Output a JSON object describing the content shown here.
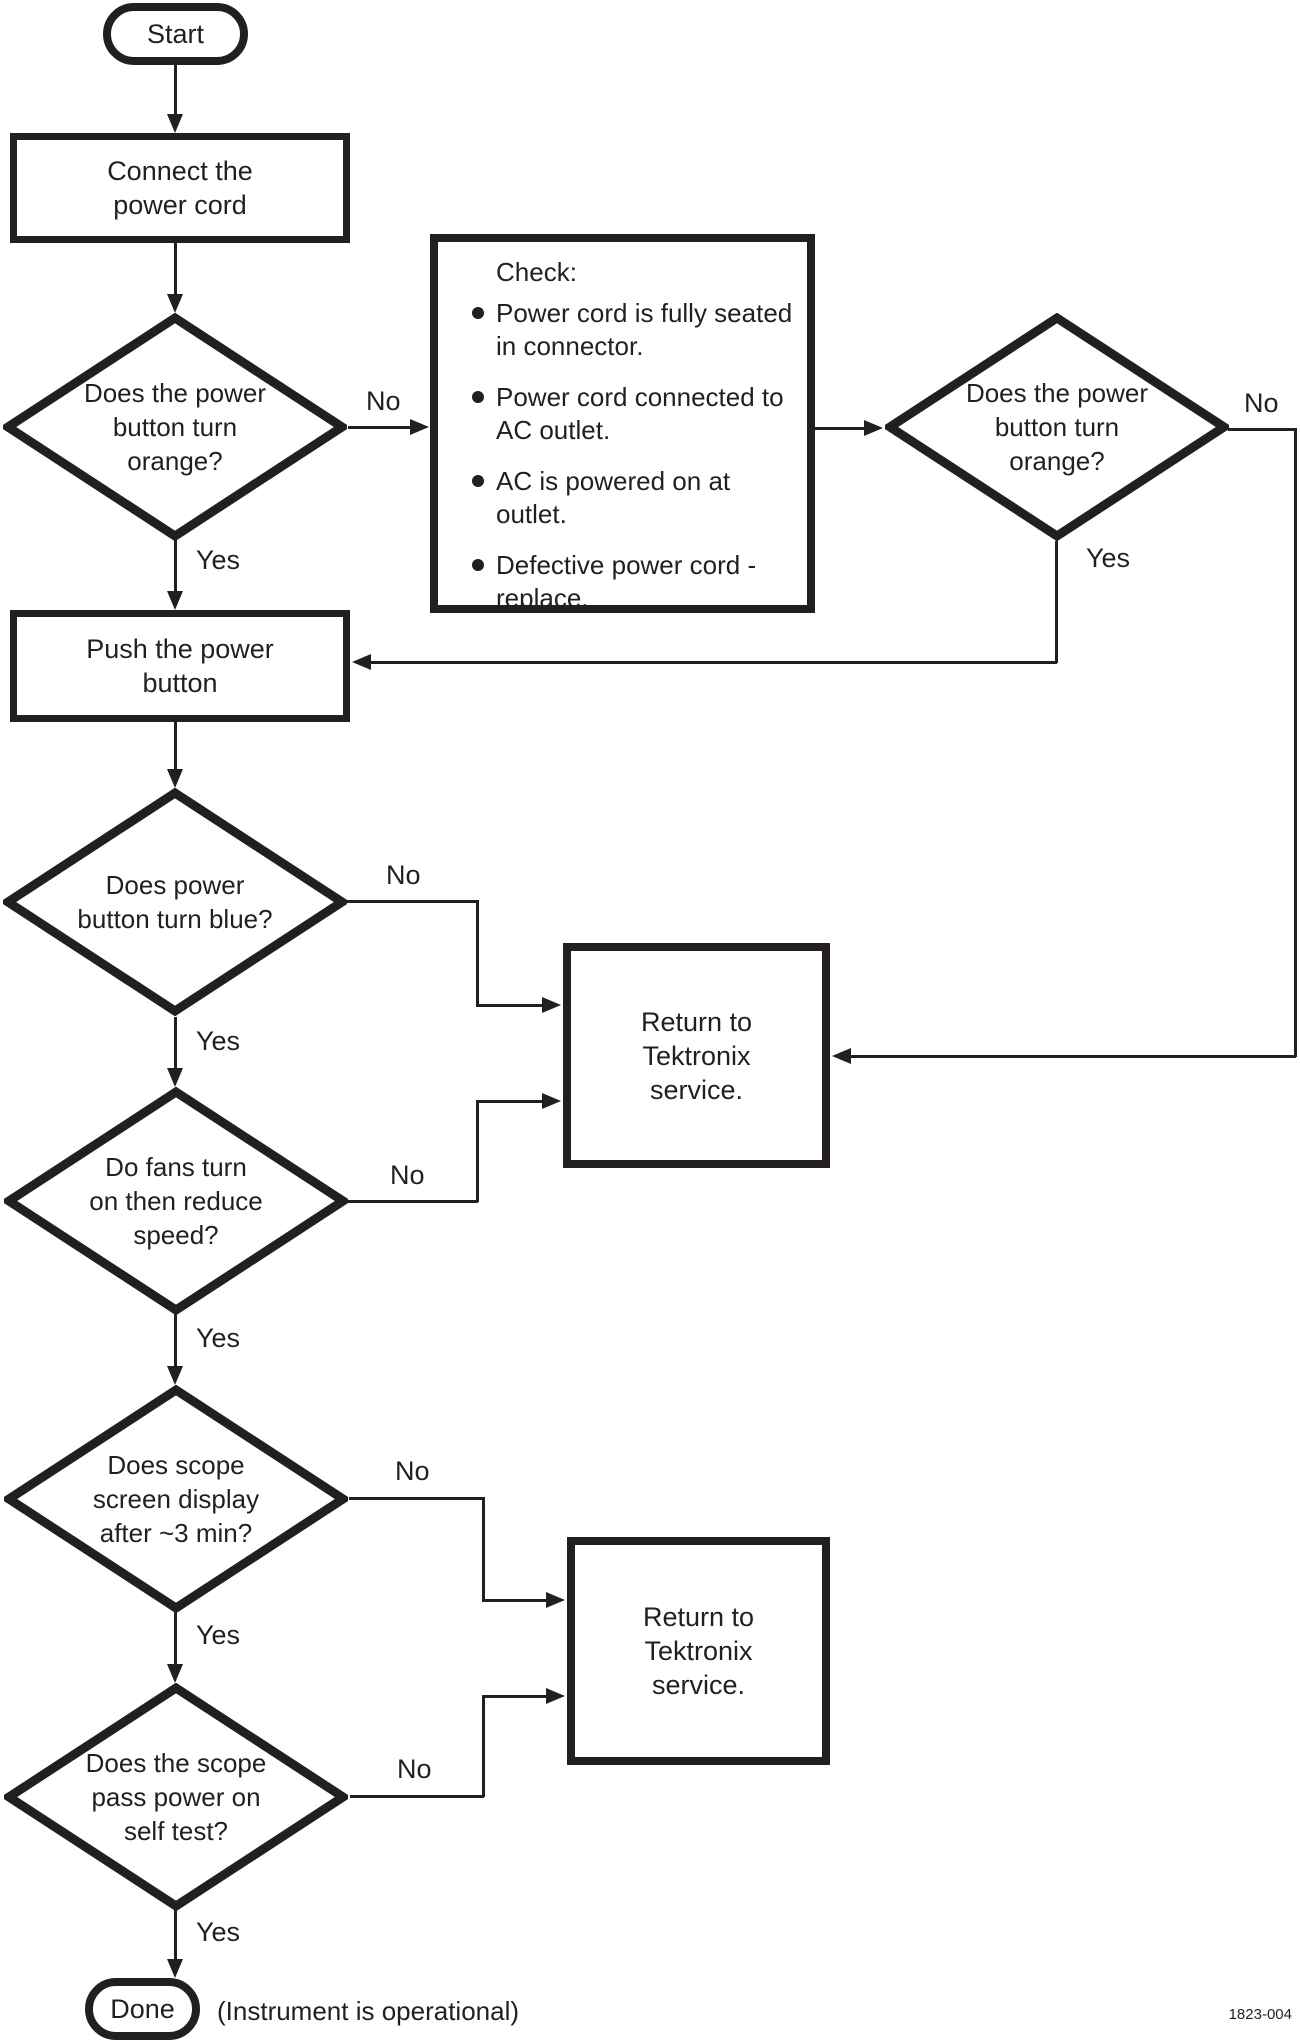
{
  "colors": {
    "ink": "#231f20",
    "background": "#ffffff"
  },
  "figure_number": "1823-004",
  "labels": {
    "no": "No",
    "yes": "Yes"
  },
  "nodes": {
    "start": {
      "label": "Start"
    },
    "connect_power_cord": {
      "label": "Connect the\npower cord"
    },
    "power_button_orange_1": {
      "label": "Does the power\nbutton turn\norange?"
    },
    "check_list": {
      "title": "Check:",
      "items": [
        "Power cord is fully seated\nin connector.",
        "Power cord connected to\nAC outlet.",
        "AC is powered on at\noutlet.",
        "Defective power cord -\nreplace."
      ]
    },
    "power_button_orange_2": {
      "label": "Does the power\nbutton turn\norange?"
    },
    "push_power_button": {
      "label": "Push the power\nbutton"
    },
    "power_button_blue": {
      "label": "Does power\nbutton turn blue?"
    },
    "return_service_1": {
      "label": "Return to\nTektronix\nservice."
    },
    "fans_reduce_speed": {
      "label": "Do fans turn\non then reduce\nspeed?"
    },
    "screen_display_3min": {
      "label": "Does scope\nscreen display\nafter ~3 min?"
    },
    "return_service_2": {
      "label": "Return to\nTektronix\nservice."
    },
    "power_on_self_test": {
      "label": "Does the scope\npass power on\nself test?"
    },
    "done": {
      "label": "Done",
      "note": "(Instrument is operational)"
    }
  }
}
